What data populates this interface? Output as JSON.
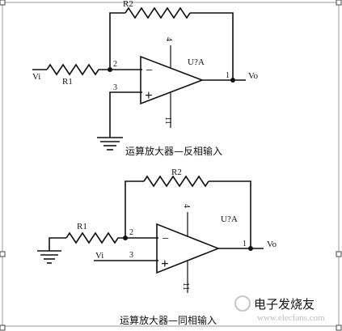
{
  "top_circuit": {
    "r_feedback": "R2",
    "r_input": "R1",
    "input": "Vi",
    "output": "Vo",
    "part": "U?A",
    "pin_inverting": "2",
    "pin_noninverting": "3",
    "pin_output": "1",
    "pin_power_top": "4",
    "pin_power_bottom": "11",
    "minus_sign": "−",
    "plus_sign": "+",
    "caption": "运算放大器—反相输入"
  },
  "bottom_circuit": {
    "r_feedback": "R2",
    "r_input": "R1",
    "input": "Vi",
    "output": "Vo",
    "part": "U?A",
    "pin_inverting": "2",
    "pin_noninverting": "3",
    "pin_output": "1",
    "pin_power_top": "4",
    "pin_power_bottom": "11",
    "minus_sign": "−",
    "plus_sign": "+",
    "caption": "运算放大器—同相输入"
  },
  "watermark": {
    "main": "电子发烧友",
    "url": "www.elecfans.com"
  }
}
